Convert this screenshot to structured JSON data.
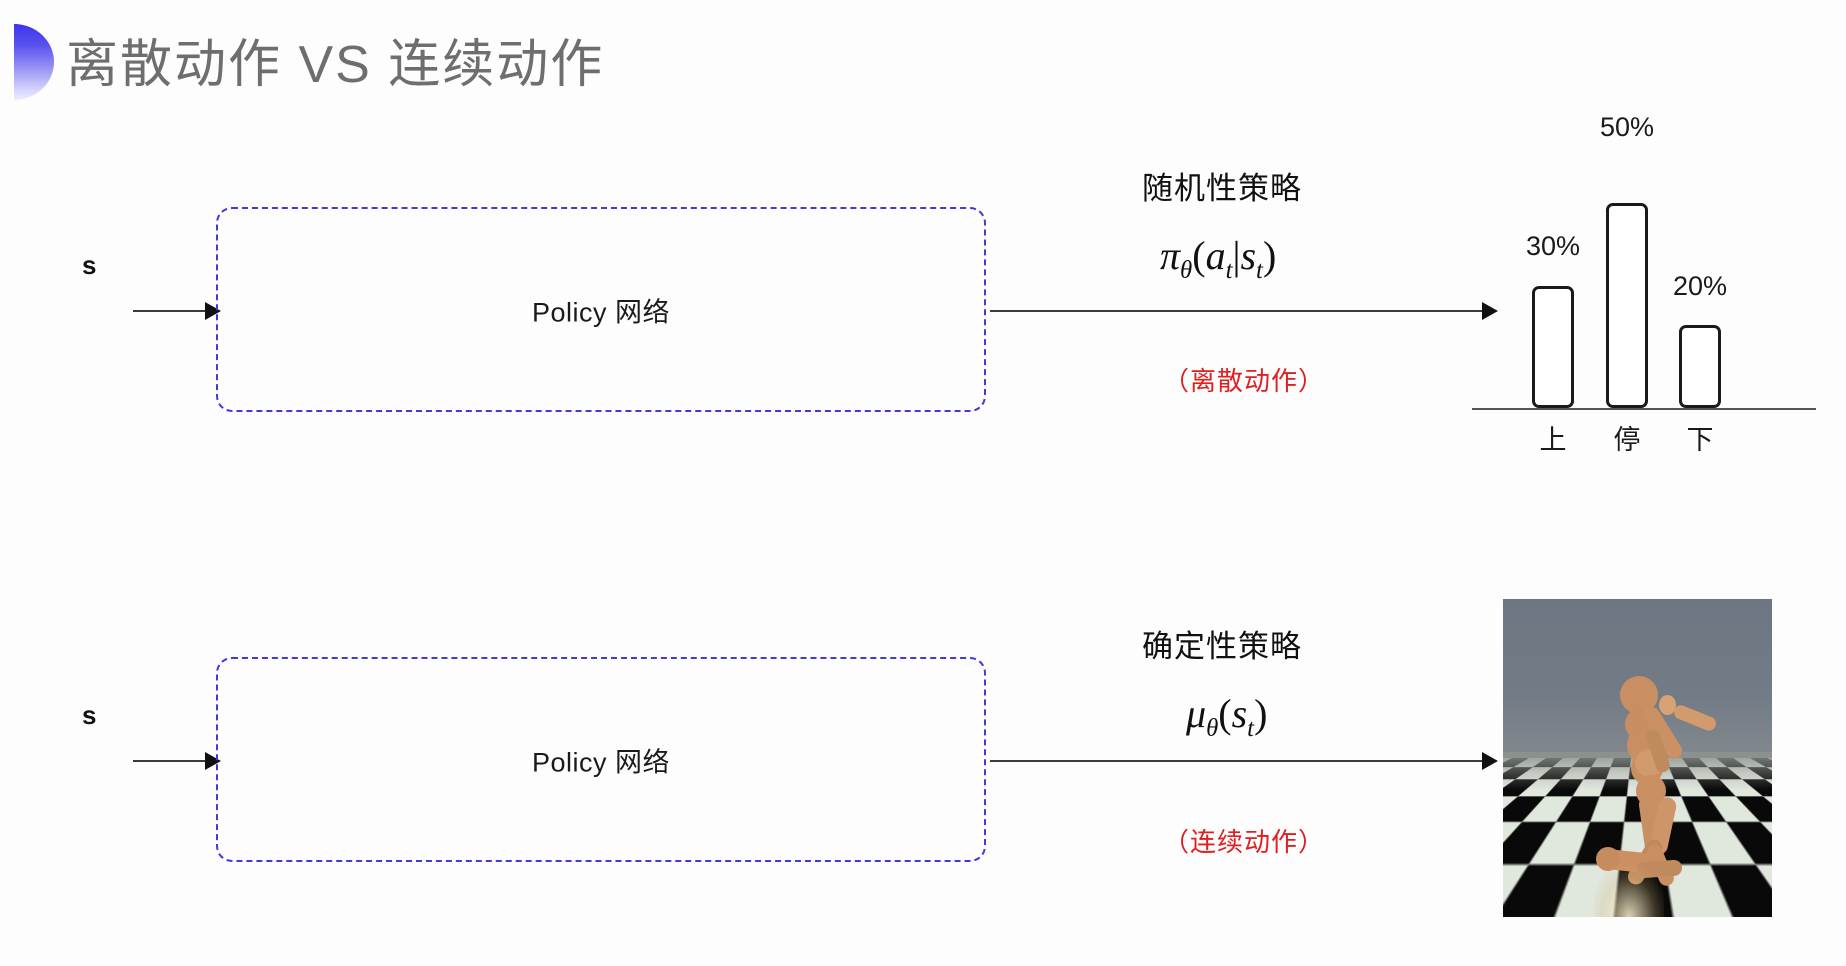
{
  "slide": {
    "title": "离散动作 VS 连续动作",
    "accent_color": "#4239d8",
    "title_color": "#6e6e6e",
    "note_color": "#e02020"
  },
  "rows": [
    {
      "input_label": "s",
      "box_label": "Policy 网络",
      "policy_caption": "随机性策略",
      "formula_main": "π",
      "formula_theta": "θ",
      "formula_rest_open": "(",
      "formula_a": "a",
      "formula_a_sub": "t",
      "formula_bar": "|",
      "formula_s": "s",
      "formula_s_sub": "t",
      "formula_rest_close": ")",
      "red_note": "（离散动作）"
    },
    {
      "input_label": "s",
      "box_label": "Policy 网络",
      "policy_caption": "确定性策略",
      "formula_main": "μ",
      "formula_theta": "θ",
      "formula_rest_open": "(",
      "formula_s": "s",
      "formula_s_sub": "t",
      "formula_rest_close": ")",
      "red_note": "（连续动作）"
    }
  ],
  "chart_data": {
    "type": "bar",
    "title": "",
    "xlabel": "",
    "ylabel": "",
    "categories": [
      "上",
      "停",
      "下"
    ],
    "values": [
      30,
      50,
      20
    ],
    "value_labels": [
      "30%",
      "50%",
      "20%"
    ],
    "ylim": [
      0,
      60
    ],
    "grid": false,
    "legend": "none",
    "bar_fill": "#ffffff",
    "bar_stroke": "#1a1a1a"
  },
  "humanoid": {
    "caption": "",
    "alt_name": "mujoco-humanoid-render"
  }
}
